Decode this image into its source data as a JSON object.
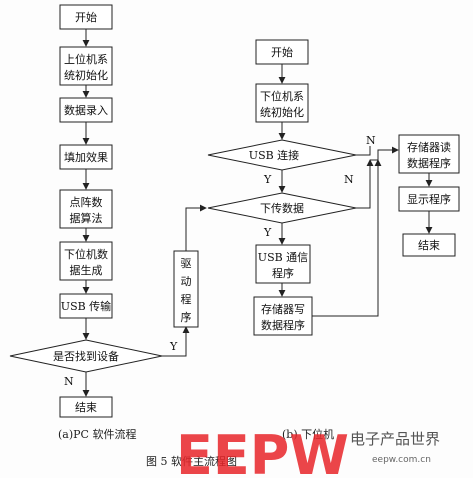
{
  "pc_flow": {
    "start": "开始",
    "init_line1": "上位机系",
    "init_line2": "统初始化",
    "data_entry": "数据录入",
    "fill_effect": "填加效果",
    "algo_line1": "点阵数",
    "algo_line2": "据算法",
    "gen_line1": "下位机数",
    "gen_line2": "据生成",
    "usb_transfer": "USB 传输",
    "find_device": "是否找到设备",
    "end": "结束",
    "yes": "Y",
    "no": "N"
  },
  "driver": {
    "c1": "驱",
    "c2": "动",
    "c3": "程",
    "c4": "序"
  },
  "mcu_flow": {
    "start": "开始",
    "init_line1": "下位机系",
    "init_line2": "统初始化",
    "usb_connect": "USB 连接",
    "download": "下传数据",
    "usb_comm_line1": "USB 通信",
    "usb_comm_line2": "程序",
    "write_line1": "存储器写",
    "write_line2": "数据程序",
    "read_line1": "存储器读",
    "read_line2": "数据程序",
    "display": "显示程序",
    "end": "结束",
    "yes1": "Y",
    "no1": "N",
    "yes2": "Y",
    "no2": "N"
  },
  "captions": {
    "left": "(a)PC 软件流程",
    "right": "(b) 下位机",
    "figure": "图 5   软件主流程图"
  },
  "watermark": {
    "logo": "EEPW",
    "cn": "电子产品世界",
    "url": "eepw.com.cn"
  },
  "colors": {
    "line": "#222222",
    "watermark_red": "#e8262a"
  }
}
